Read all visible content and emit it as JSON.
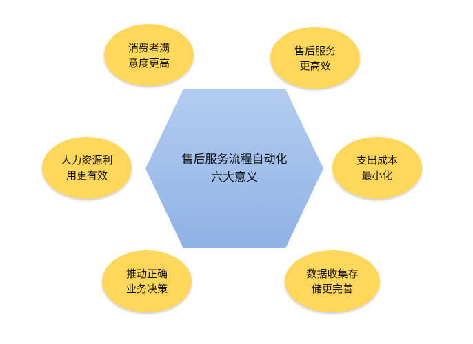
{
  "center": {
    "line1": "售后服务流程自动化",
    "line2": "六大意义"
  },
  "bubbles": [
    {
      "line1": "消费者满",
      "line2": "意度更高"
    },
    {
      "line1": "售后服务",
      "line2": "更高效"
    },
    {
      "line1": "人力资源利",
      "line2": "用更有效"
    },
    {
      "line1": "支出成本",
      "line2": "最小化"
    },
    {
      "line1": "推动正确",
      "line2": "业务决策"
    },
    {
      "line1": "数据收集存",
      "line2": "储更完善"
    }
  ],
  "colors": {
    "bubble_fill": "#FFD75A",
    "bubble_shadow": "#c9c9c9",
    "hex_top": "#b3cdf0",
    "hex_bottom": "#8fb2e5"
  }
}
